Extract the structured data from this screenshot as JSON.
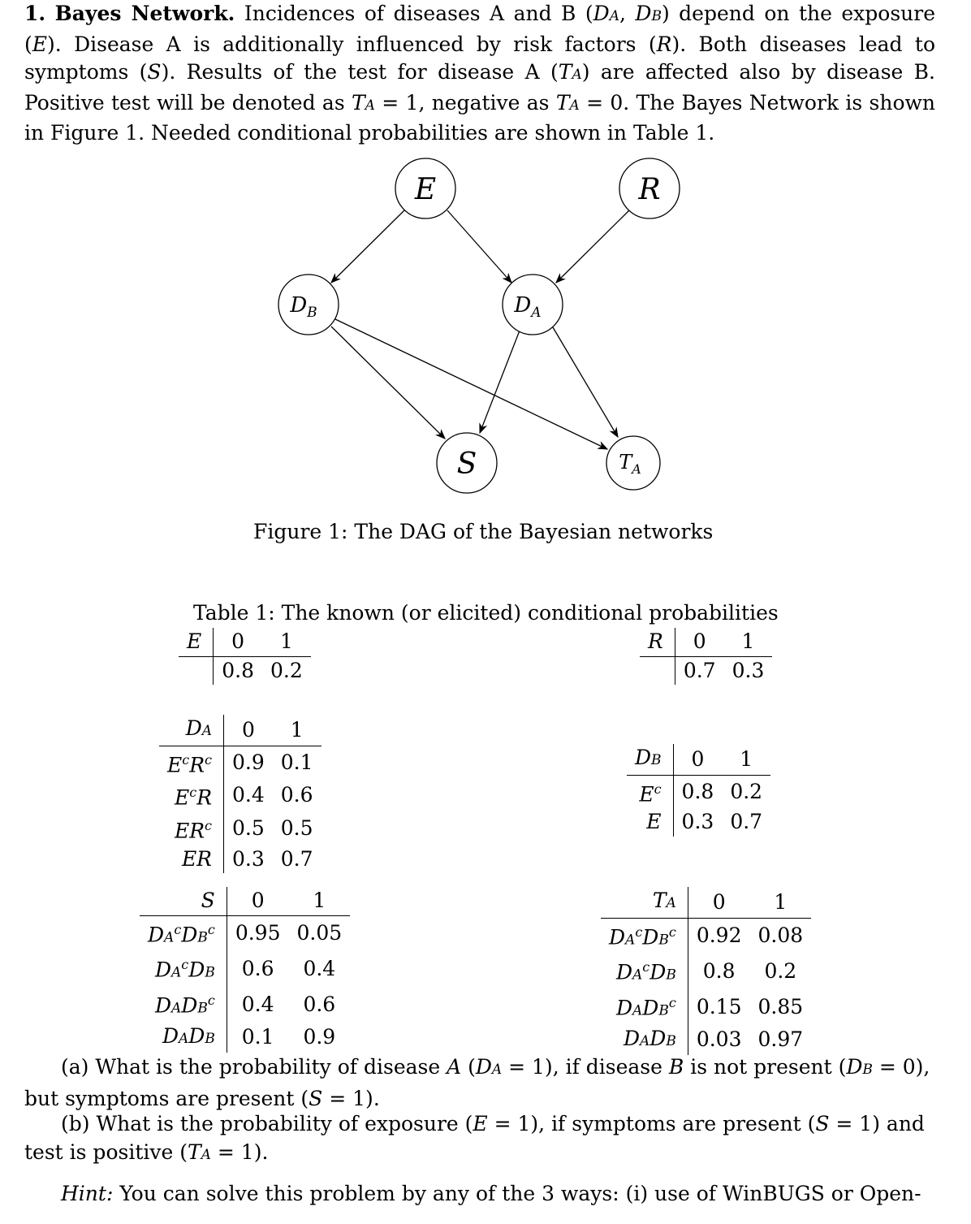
{
  "problem": {
    "number": "1.",
    "title": "Bayes Network.",
    "text_1": "Incidences of diseases A and B (",
    "text_2": ") depend on the exposure (",
    "text_3": "). Disease A is additionally influenced by risk factors (",
    "text_4": "). Both diseases lead to symptoms (",
    "text_5": "). Results of the test for disease A (",
    "text_6": ") are affected also by disease B. Positive test will be denoted as ",
    "text_7": " = 1, negative as ",
    "text_8": " = 0. The Bayes Network is shown in Figure 1. Needed conditional probabilities are shown in Table 1."
  },
  "figure": {
    "caption": "Figure 1: The DAG of the Bayesian networks",
    "nodes": [
      "E",
      "R",
      "D_B",
      "D_A",
      "S",
      "T_A"
    ]
  },
  "table": {
    "caption": "Table 1: The known (or elicited) conditional probabilities",
    "E": {
      "var": "E",
      "cols": [
        "0",
        "1"
      ],
      "row": [
        "0.8",
        "0.2"
      ]
    },
    "R": {
      "var": "R",
      "cols": [
        "0",
        "1"
      ],
      "row": [
        "0.7",
        "0.3"
      ]
    },
    "DA": {
      "cols": [
        "0",
        "1"
      ],
      "rows": [
        {
          "label": "E^c R^c",
          "vals": [
            "0.9",
            "0.1"
          ]
        },
        {
          "label": "E^c R",
          "vals": [
            "0.4",
            "0.6"
          ]
        },
        {
          "label": "E R^c",
          "vals": [
            "0.5",
            "0.5"
          ]
        },
        {
          "label": "E R",
          "vals": [
            "0.3",
            "0.7"
          ]
        }
      ]
    },
    "DB": {
      "cols": [
        "0",
        "1"
      ],
      "rows": [
        {
          "label": "E^c",
          "vals": [
            "0.8",
            "0.2"
          ]
        },
        {
          "label": "E",
          "vals": [
            "0.3",
            "0.7"
          ]
        }
      ]
    },
    "S": {
      "var": "S",
      "cols": [
        "0",
        "1"
      ],
      "rows": [
        {
          "label": "D_A^c D_B^c",
          "vals": [
            "0.95",
            "0.05"
          ]
        },
        {
          "label": "D_A^c D_B",
          "vals": [
            "0.6",
            "0.4"
          ]
        },
        {
          "label": "D_A D_B^c",
          "vals": [
            "0.4",
            "0.6"
          ]
        },
        {
          "label": "D_A D_B",
          "vals": [
            "0.1",
            "0.9"
          ]
        }
      ]
    },
    "TA": {
      "cols": [
        "0",
        "1"
      ],
      "rows": [
        {
          "label": "D_A^c D_B^c",
          "vals": [
            "0.92",
            "0.08"
          ]
        },
        {
          "label": "D_A^c D_B",
          "vals": [
            "0.8",
            "0.2"
          ]
        },
        {
          "label": "D_A D_B^c",
          "vals": [
            "0.15",
            "0.85"
          ]
        },
        {
          "label": "D_A D_B",
          "vals": [
            "0.03",
            "0.97"
          ]
        }
      ]
    }
  },
  "questions": {
    "a_1": "(a) What is the probability of disease ",
    "a_2": " = 1), if disease ",
    "a_3": " is not present (",
    "a_4": " = 0), but symptoms are present (",
    "a_5": " = 1).",
    "b_1": "(b) What is the probability of exposure (",
    "b_2": " = 1), if symptoms are present (",
    "b_3": " = 1) and test is positive (",
    "b_4": " = 1).",
    "hint_label": "Hint:",
    "hint_text": "You can solve this problem by any of the 3 ways: (i) use of WinBUGS or Open-"
  }
}
